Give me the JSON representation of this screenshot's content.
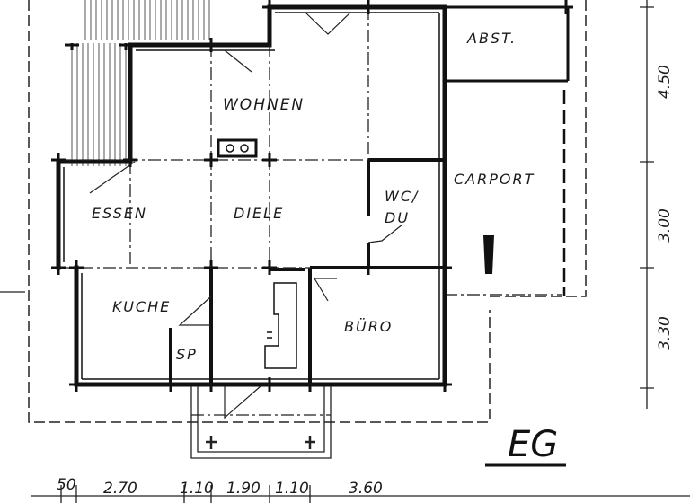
{
  "plan": {
    "floor_label": "EG",
    "rooms": {
      "wohnen": "WOHNEN",
      "abst": "ABST.",
      "carport": "CARPORT",
      "essen": "ESSEN",
      "diele": "DIELE",
      "wc_line1": "WC/",
      "wc_line2": "DU",
      "kuche": "KUCHE",
      "sp": "SP",
      "buero": "BÜRO"
    },
    "bottom_dimensions": [
      "50",
      "2.70",
      "1.10",
      "1.90",
      "1.10",
      "3.60"
    ],
    "side_dimensions": [
      "4.50",
      "3.00",
      "3.30"
    ]
  },
  "colors": {
    "ink": "#1a1a1a",
    "paper": "#ffffff"
  }
}
